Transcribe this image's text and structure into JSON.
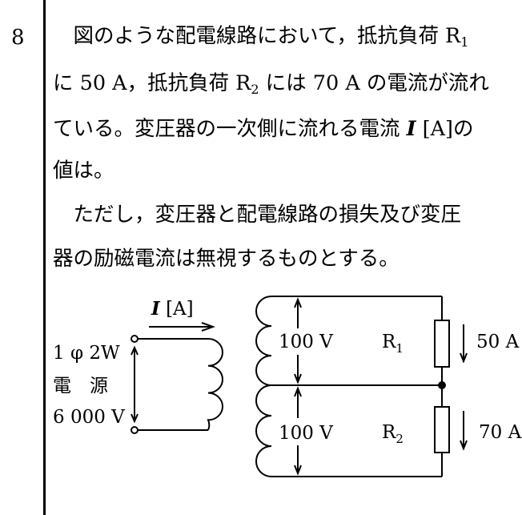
{
  "question_number": "8",
  "text": {
    "l1_a": "　図のような配電線路において，抵抗負荷 R",
    "l1_sub": "1",
    "l2_a": "に 50 A，抵抗負荷 R",
    "l2_sub": "2",
    "l2_b": " には 70 A の電流が流れ",
    "l3_a": "ている。変圧器の一次側に流れる電流 ",
    "l3_I": "I",
    "l3_b": " [A]の",
    "l4": "値は。",
    "l5": "　ただし，変圧器と配電線路の損失及び変圧",
    "l6": "器の励磁電流は無視するものとする。"
  },
  "diagram": {
    "current_symbol": "I",
    "current_unit": " [A]",
    "source_line1": "1 φ 2W",
    "source_line2": "電　源",
    "source_line3": "6 000 V",
    "upper_voltage": "100 V",
    "lower_voltage": "100 V",
    "r1_label": "R",
    "r1_sub": "1",
    "r2_label": "R",
    "r2_sub": "2",
    "r1_current": "50 A",
    "r2_current": "70 A"
  }
}
